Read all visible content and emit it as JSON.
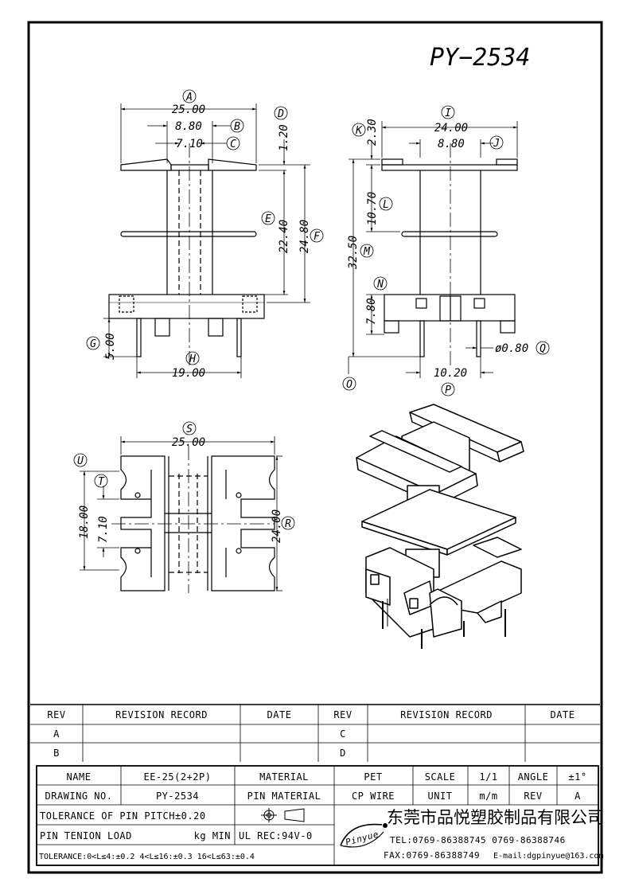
{
  "drawing": {
    "title": "PY−2534",
    "front": {
      "A": {
        "letter": "A",
        "value": "25.00"
      },
      "B": {
        "letter": "B",
        "value": "8.80"
      },
      "C": {
        "letter": "C",
        "value": "7.10"
      },
      "D": {
        "letter": "D",
        "value": "1.20"
      },
      "E": {
        "letter": "E",
        "value": "22.40"
      },
      "F": {
        "letter": "F",
        "value": "24.80"
      },
      "G": {
        "letter": "G",
        "value": "5.00"
      },
      "H": {
        "letter": "H",
        "value": "19.00"
      }
    },
    "side": {
      "I": {
        "letter": "I",
        "value": "24.00"
      },
      "J": {
        "letter": "J",
        "value": "8.80"
      },
      "K": {
        "letter": "K",
        "value": "2.30"
      },
      "L": {
        "letter": "L",
        "value": "10.70"
      },
      "M": {
        "letter": "M",
        "value": "32.50"
      },
      "N": {
        "letter": "N",
        "value": "7.80"
      },
      "O": {
        "letter": "O",
        "value": ""
      },
      "P": {
        "letter": "P",
        "value": "10.20"
      },
      "Q": {
        "letter": "Q",
        "value": "ø0.80"
      }
    },
    "bottom": {
      "S": {
        "letter": "S",
        "value": "25.00"
      },
      "U": {
        "letter": "U",
        "value": ""
      },
      "T": {
        "letter": "T",
        "value": "7.10"
      },
      "R": {
        "letter": "R",
        "value": "24.00"
      },
      "left": {
        "value": "18.00"
      }
    }
  },
  "revision_table": {
    "headers": {
      "rev": "REV",
      "record": "REVISION RECORD",
      "date": "DATE"
    },
    "left_rows": [
      "A",
      "B"
    ],
    "right_rows": [
      "C",
      "D"
    ]
  },
  "title_block": {
    "name_label": "NAME",
    "name_value": "EE-25(2+2P)",
    "material_label": "MATERIAL",
    "material_value": "PET",
    "scale_label": "SCALE",
    "scale_value": "1/1",
    "angle_label": "ANGLE",
    "angle_value": "±1°",
    "drawing_no_label": "DRAWING NO.",
    "drawing_no_value": "PY-2534",
    "pin_material_label": "PIN MATERIAL",
    "pin_material_value": "CP WIRE",
    "unit_label": "UNIT",
    "unit_value": "m/m",
    "rev_label": "REV",
    "rev_value": "A",
    "tolerance_pitch": "TOLERANCE OF PIN PITCH±0.20",
    "pin_tension_label": "PIN TENION LOAD",
    "pin_tension_unit": "kg MIN",
    "ul_rec": "UL REC:94V-0",
    "tolerance_ranges": "TOLERANCE:0<L≤4:±0.2  4<L≤16:±0.3  16<L≤63:±0.4",
    "logo_text": "Pinyue",
    "company": "东莞市品悦塑胶制品有限公司",
    "tel": "TEL:0769-86388745   0769-86388746",
    "fax": "FAX:0769-86388749",
    "email": "E-mail:dgpinyue@163.com"
  }
}
